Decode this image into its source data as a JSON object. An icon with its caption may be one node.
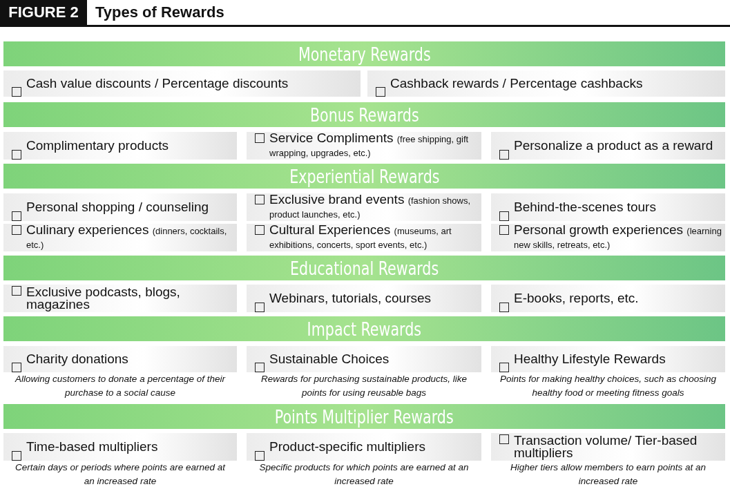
{
  "diagram": {
    "title": "Types of Rewards",
    "nodes": [
      {
        "text": [
          "Monetary Rewards"
        ]
      },
      {
        "text": [
          "Cash value discounts / Percentage discounts"
        ]
      },
      {
        "text": [
          "Cashback rewards / Percentage cashbacks"
        ]
      },
      {
        "text": [
          "Bonus Rewards"
        ]
      },
      {
        "text": [
          "Complimentary products"
        ]
      },
      {
        "text": [
          "Service Compliments",
          "(free shipping, gift wrapping, upgrades, etc.)"
        ]
      },
      {
        "text": [
          "Personalize a product as a reward"
        ]
      },
      {
        "text": [
          "Experiential Rewards"
        ]
      },
      {
        "text": [
          "Personal shopping / counseling"
        ]
      },
      {
        "text": [
          "Exclusive brand events",
          "(fashion shows, product launches, etc.)"
        ]
      },
      {
        "text": [
          "Behind-the-scenes tours"
        ]
      },
      {
        "text": [
          "Culinary experiences",
          "(dinners, cocktails, etc.)"
        ]
      },
      {
        "text": [
          "Cultural Experiences",
          "(museums, art exhibitions, concerts, sport events, etc.)"
        ]
      },
      {
        "text": [
          "Personal growth experiences",
          "(learning new skills, retreats, etc.)"
        ]
      },
      {
        "text": [
          "Educational Rewards"
        ]
      },
      {
        "text": [
          "Exclusive podcasts, blogs, magazines"
        ]
      },
      {
        "text": [
          "Webinars, tutorials, courses"
        ]
      },
      {
        "text": [
          "E-books, reports, etc."
        ]
      },
      {
        "text": [
          "Impact Rewards"
        ]
      },
      {
        "text": [
          "Charity donations"
        ],
        "beside": [
          "Allowing customers to donate a percentage of their purchase to a social cause"
        ]
      },
      {
        "text": [
          "Sustainable Choices"
        ],
        "beside": [
          "Rewards for purchasing sustainable products, like points for using reusable bags"
        ]
      },
      {
        "text": [
          "Healthy Lifestyle Rewards"
        ],
        "beside": [
          "Points for making healthy choices, such as choosing healthy food or meeting fitness goals"
        ]
      },
      {
        "text": [
          "Points Multiplier Rewards"
        ]
      },
      {
        "text": [
          "Time-based multipliers"
        ],
        "beside": [
          "Certain days or periods where points are earned at an increased rate"
        ]
      },
      {
        "text": [
          "Product-specific multipliers"
        ],
        "beside": [
          "Specific products for which points are earned at an increased rate"
        ]
      },
      {
        "text": [
          "Transaction volume/ Tier-based multipliers"
        ],
        "beside": [
          "Higher tiers allow members to earn points at an increased rate"
        ]
      }
    ],
    "labels": [
      "FIGURE 2"
    ]
  }
}
